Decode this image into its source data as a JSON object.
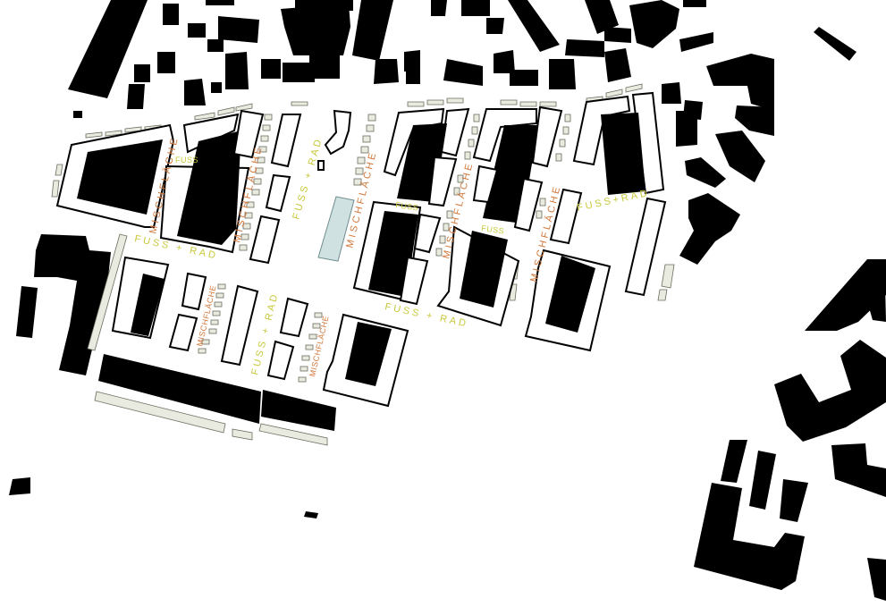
{
  "colors": {
    "building": "#000000",
    "background": "#ffffff",
    "fuss_rad_label": "#c8c83c",
    "mischflaeche_label": "#d2783c",
    "water": "#cfe1e0"
  },
  "labels": {
    "fuss_rad_spaced": "FUSS + RAD",
    "fuss_rad_joined": "FUSS+RAD",
    "fuss": "FUSS",
    "mischflaeche": "MISCHFLÄCHE"
  }
}
